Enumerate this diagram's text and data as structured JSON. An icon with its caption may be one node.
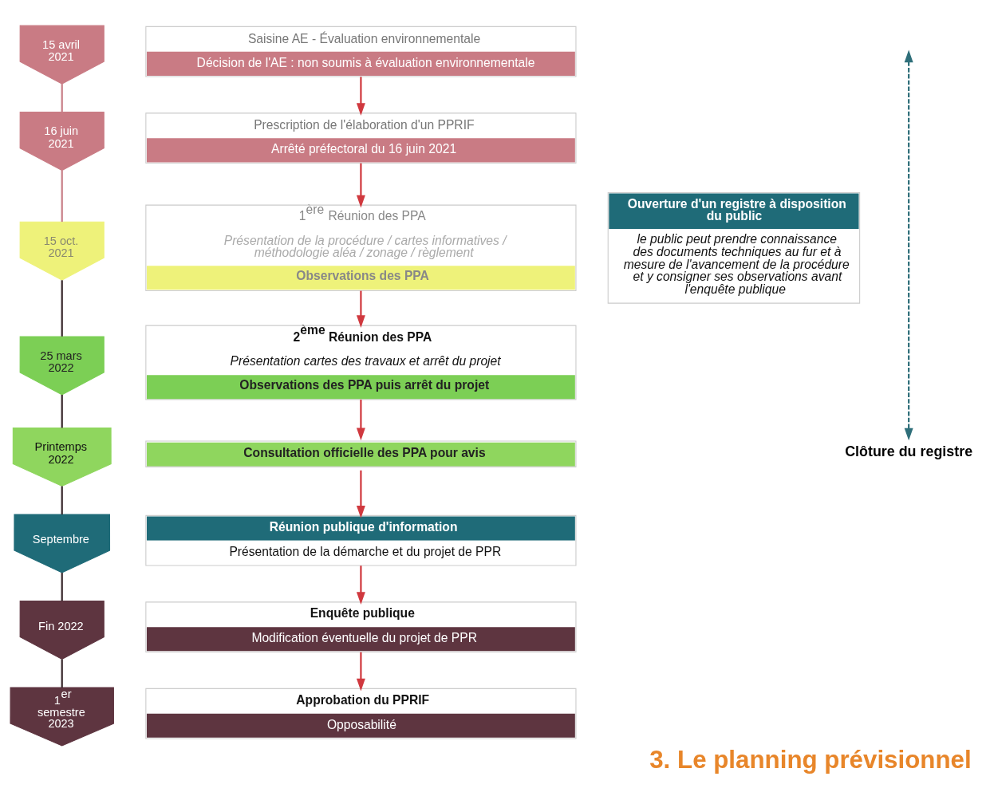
{
  "diagram": {
    "title": "3. Le planning prévisionnel",
    "nodes": [
      {
        "text": [
          "15 avril 2021"
        ]
      },
      {
        "text": [
          "16 juin 2021"
        ]
      },
      {
        "text": [
          "15 oct. 2021"
        ]
      },
      {
        "text": [
          "25 mars 2022"
        ]
      },
      {
        "text": [
          "Printemps 2022"
        ]
      },
      {
        "text": [
          "Septembre"
        ]
      },
      {
        "text": [
          "Fin 2022"
        ]
      },
      {
        "text": [
          "1$^{er}$ semestre 2023"
        ]
      },
      {
        "text": [
          "Saisine AE - Évaluation environnementale",
          "Décision de l'AE : non soumis à évaluation environnementale"
        ]
      },
      {
        "text": [
          "Prescription de l'élaboration d'un PPRIF",
          "Arrêté préfectoral du 16 juin 2021"
        ]
      },
      {
        "text": [
          "1$^{ère}$ Réunion des PPA",
          "Présentation de la procédure / cartes informatives / méthodologie aléa / zonage / règlement",
          "Observations des PPA"
        ]
      },
      {
        "text": [
          "2$^{ème}$ Réunion des PPA",
          "Présentation cartes des travaux et arrêt du projet",
          "Observations des PPA puis arrêt du projet"
        ]
      },
      {
        "text": [
          "Consultation officielle des PPA pour avis"
        ]
      },
      {
        "text": [
          "Réunion publique d'information",
          "Présentation de la démarche et du projet de PPR"
        ]
      },
      {
        "text": [
          "Enquête publique",
          "Modification éventuelle du projet de PPR"
        ]
      },
      {
        "text": [
          "Approbation du PPRIF",
          "Opposabilité"
        ]
      },
      {
        "text": [
          "Ouverture d'un registre à disposition du public",
          "le public peut prendre connaissance des documents techniques au fur et à mesure de l'avancement de la procédure et y consigner ses observations avant l'enquête publique"
        ]
      },
      {
        "text": [
          "Clôture du registre"
        ]
      }
    ],
    "edges": [
      {
        "from": 0,
        "to": 1,
        "arrow": "none",
        "color": "#c98089"
      },
      {
        "from": 1,
        "to": 2,
        "arrow": "none",
        "color": "#c98089"
      },
      {
        "from": 2,
        "to": 3,
        "arrow": "none",
        "color": "#3a2a2e"
      },
      {
        "from": 3,
        "to": 4,
        "arrow": "none",
        "color": "#3a2a2e"
      },
      {
        "from": 4,
        "to": 5,
        "arrow": "none",
        "color": "#3a2a2e"
      },
      {
        "from": 5,
        "to": 6,
        "arrow": "none",
        "color": "#3a2a2e"
      },
      {
        "from": 6,
        "to": 7,
        "arrow": "none",
        "color": "#3a2a2e"
      },
      {
        "from": 8,
        "to": 9,
        "arrow": "to",
        "color": "#d0393f"
      },
      {
        "from": 9,
        "to": 10,
        "arrow": "to",
        "color": "#d0393f"
      },
      {
        "from": 10,
        "to": 11,
        "arrow": "to",
        "color": "#d0393f"
      },
      {
        "from": 11,
        "to": 12,
        "arrow": "to",
        "color": "#d0393f"
      },
      {
        "from": 12,
        "to": 13,
        "arrow": "to",
        "color": "#d0393f"
      },
      {
        "from": 13,
        "to": 14,
        "arrow": "to",
        "color": "#d0393f"
      },
      {
        "from": 14,
        "to": 15,
        "arrow": "to",
        "color": "#d0393f"
      },
      {
        "from": null,
        "to": 17,
        "arrow": "both",
        "style": "dashed",
        "color": "#2f6f7a"
      }
    ]
  }
}
